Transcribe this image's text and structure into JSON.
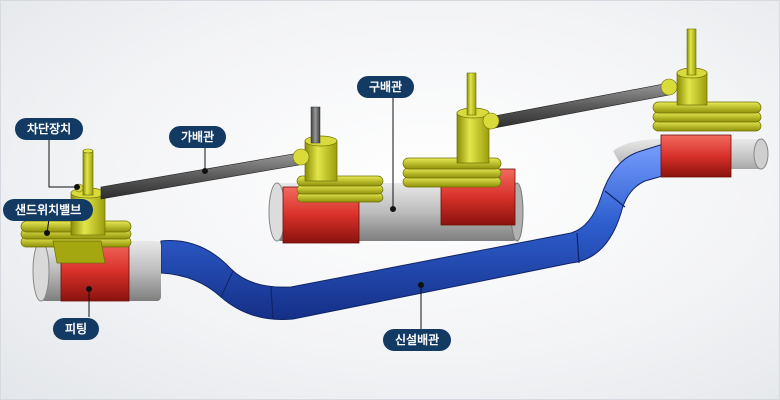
{
  "labels": {
    "shutoff_device": "차단장치",
    "temporary_pipe": "가배관",
    "old_pipe": "구배관",
    "sandwich_valve": "샌드위치밸브",
    "fitting": "피팅",
    "new_pipe": "신설배관"
  },
  "colors": {
    "callout_bg": "#123a63",
    "new_pipe_blue": "#2f5fd0",
    "fitting_red": "#d8312a",
    "valve_yellow": "#c9cc1a",
    "pipe_grey": "#bcbcbc",
    "temp_pipe_dark": "#5a5a5a"
  }
}
